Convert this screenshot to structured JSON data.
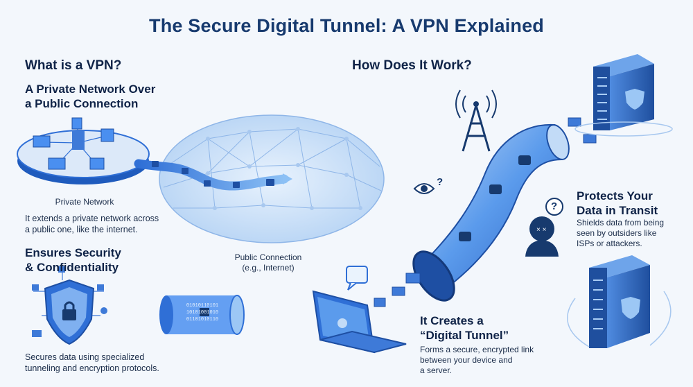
{
  "title": "The Secure Digital Tunnel: A VPN Explained",
  "left": {
    "heading": "What is a VPN?",
    "subheading_line1": "A Private Network Over",
    "subheading_line2": "a Public Connection",
    "private_network_label": "Private Network",
    "desc_line1": "It extends a private network across",
    "desc_line2": "a public one, like the internet.",
    "security_heading_line1": "Ensures Security",
    "security_heading_line2": "& Confidentiality",
    "security_desc_line1": "Secures data using specialized",
    "security_desc_line2": "tunneling and encryption protocols."
  },
  "center": {
    "public_label_line1": "Public Connection",
    "public_label_line2": "(e.g., Internet)"
  },
  "right": {
    "heading": "How Does It Work?",
    "protects_line1": "Protects Your",
    "protects_line2": "Data in Transit",
    "protects_desc_line1": "Shields data from being",
    "protects_desc_line2": "seen by outsiders like",
    "protects_desc_line3": "ISPs or attackers.",
    "tunnel_heading_line1": "It Creates a",
    "tunnel_heading_line2": "“Digital Tunnel”",
    "tunnel_desc_line1": "Forms a secure, encrypted link",
    "tunnel_desc_line2": "between your device and",
    "tunnel_desc_line3": "a server."
  },
  "icons": {
    "eye_mark": "?",
    "hacker_mark": "?",
    "binary_row1": "01010110101",
    "binary_row2": "10101001010",
    "binary_row3": "01101010110"
  },
  "colors": {
    "primary": "#2f6fd6",
    "dark": "#173a6e",
    "light": "#cfe1f7",
    "accent": "#4a8ff0"
  }
}
